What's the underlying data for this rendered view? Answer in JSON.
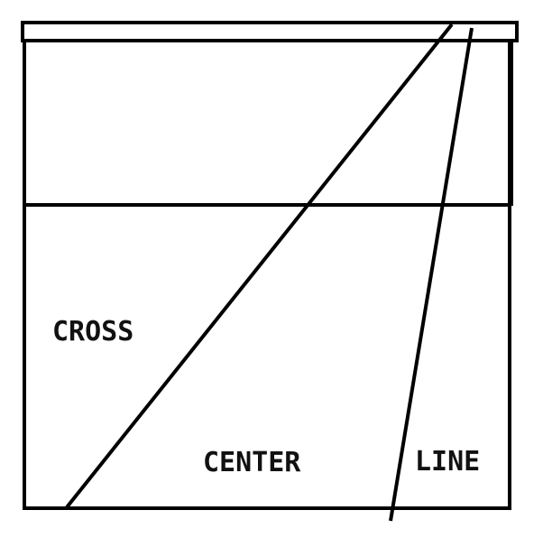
{
  "diagram": {
    "labels": {
      "cross": "CROSS",
      "center": "CENTER",
      "line": "LINE"
    },
    "colors": {
      "stroke": "#000000",
      "text": "#111111",
      "background": "#ffffff"
    }
  }
}
